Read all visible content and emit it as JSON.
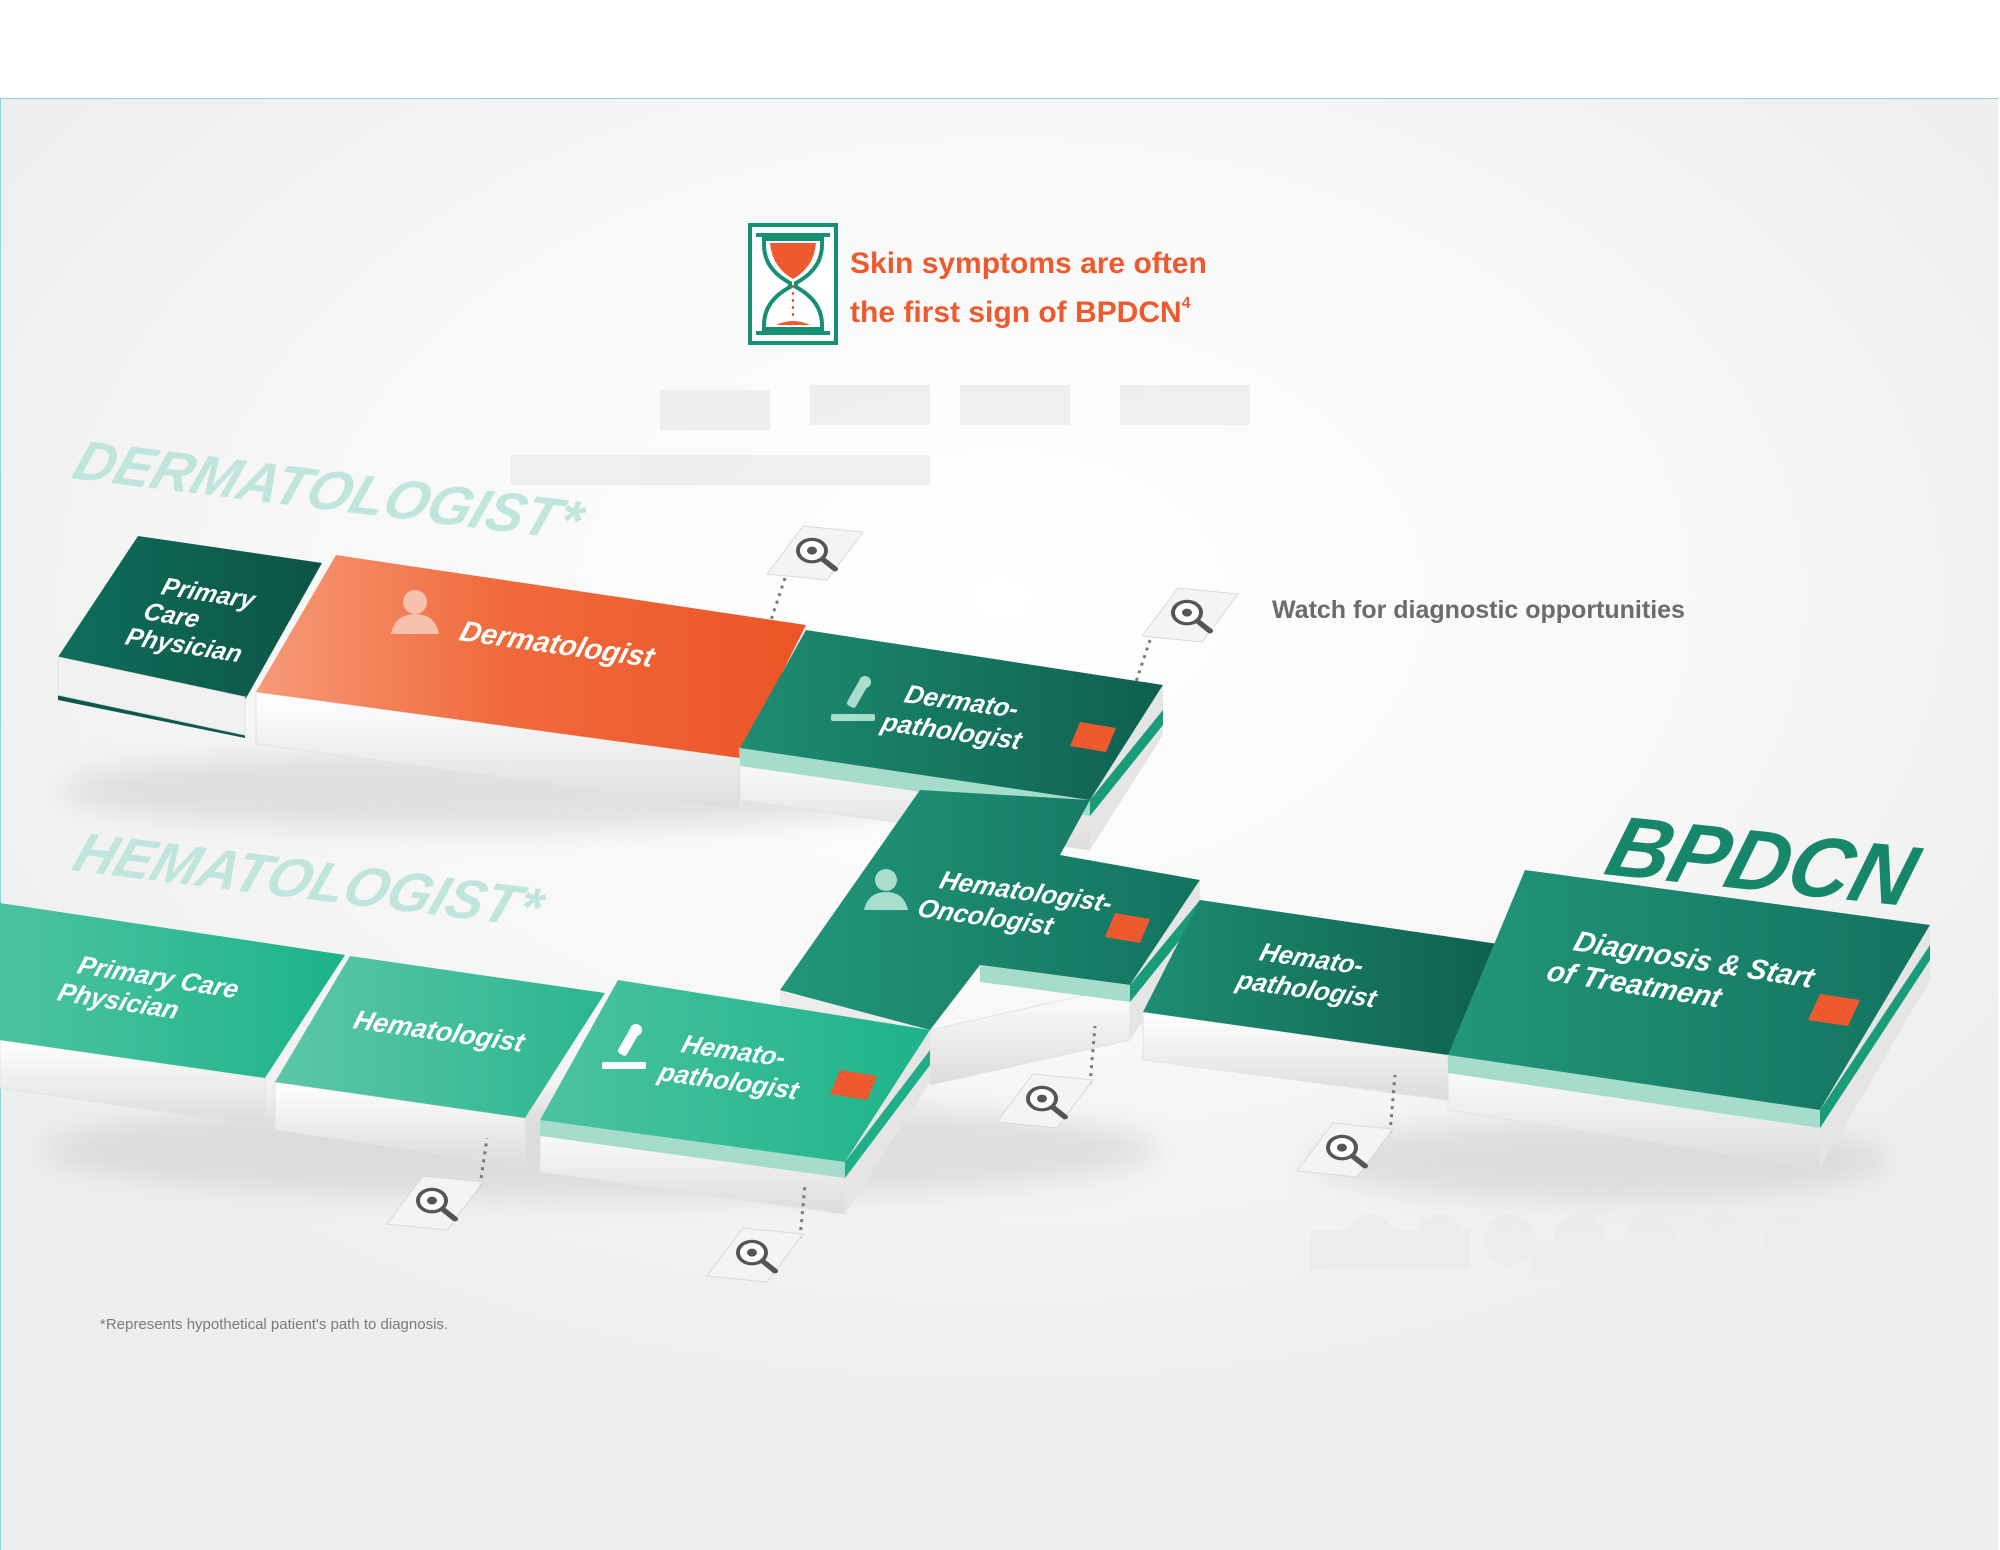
{
  "header": {
    "callout_line1": "Skin symptoms are often",
    "callout_line2": "the first sign of BPDCN",
    "callout_sup": "4"
  },
  "legend": {
    "watch_text": "Watch for diagnostic opportunities"
  },
  "rows": {
    "derm_title": "DERMATOLOGIST*",
    "hema_title": "HEMATOLOGIST*"
  },
  "derm_path": {
    "pcp_line1": "Primary",
    "pcp_line2": "Care",
    "pcp_line3": "Physician",
    "dermatologist": "Dermatologist",
    "dermpath_line1": "Dermato-",
    "dermpath_line2": "pathologist"
  },
  "hema_path": {
    "pcp_line1": "Primary Care",
    "pcp_line2": "Physician",
    "hematologist": "Hematologist",
    "hemapath_line1": "Hemato-",
    "hemapath_line2": "pathologist",
    "oncologist_line1": "Hematologist-",
    "oncologist_line2": "Oncologist",
    "hemapath2_line1": "Hemato-",
    "hemapath2_line2": "pathologist"
  },
  "outcome": {
    "title": "BPDCN",
    "line1": "Diagnosis & Start",
    "line2": "of Treatment"
  },
  "footnote": "*Represents hypothetical patient's path to diagnosis.",
  "colors": {
    "orange": "#ee5a2e",
    "dark_teal": "#0f6b5a",
    "teal": "#1a8f75",
    "light_teal": "#3cbf98",
    "mint": "#9fd9c8",
    "title_teal": "#16876a"
  }
}
